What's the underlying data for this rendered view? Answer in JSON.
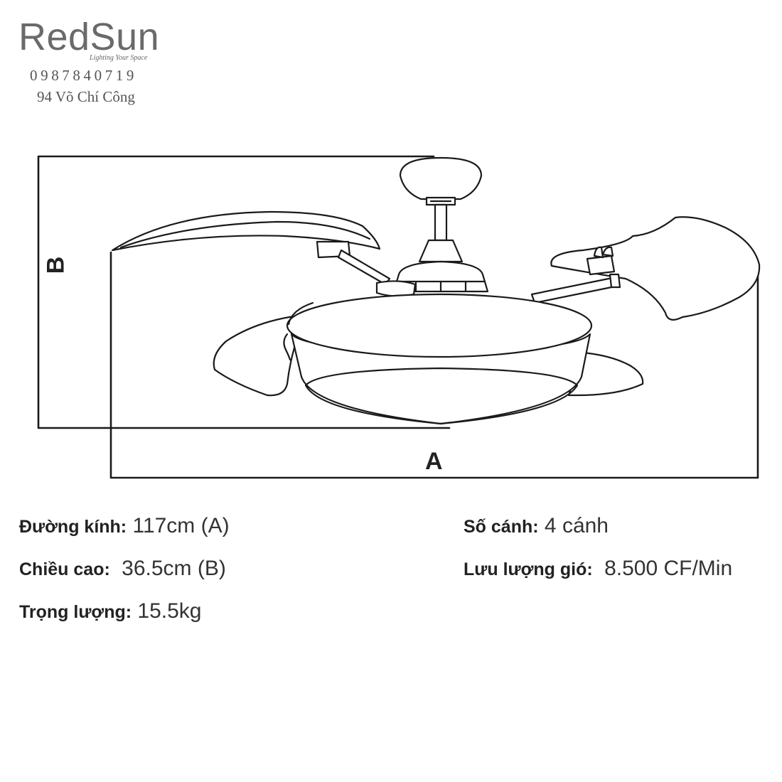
{
  "brand": {
    "name": "RedSun",
    "tagline": "Lighting Your Space",
    "phone": "0987840719",
    "address": "94 Võ Chí Công"
  },
  "dimensions": {
    "a": "A",
    "b": "B"
  },
  "specs": {
    "diameter": {
      "label": "Đường kính:",
      "value": "117cm (A)"
    },
    "height": {
      "label": "Chiều cao:",
      "value": "36.5cm (B)"
    },
    "weight": {
      "label": "Trọng lượng:",
      "value": "15.5kg"
    },
    "blades": {
      "label": "Số cánh:",
      "value": "4 cánh"
    },
    "airflow": {
      "label": "Lưu lượng gió:",
      "value": "8.500 CF/Min"
    }
  }
}
